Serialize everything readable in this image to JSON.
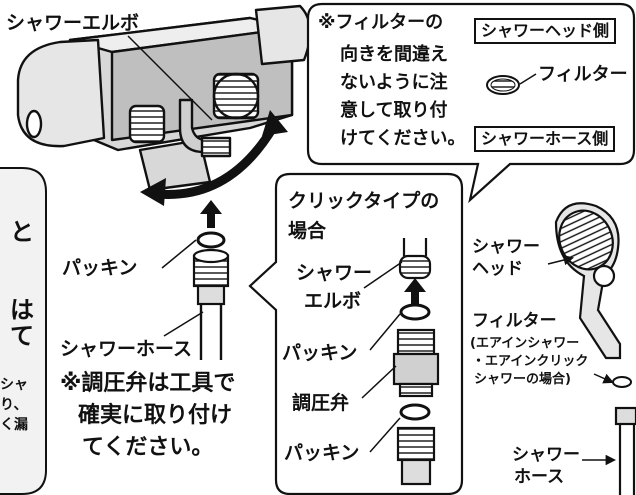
{
  "labels": {
    "shower_elbow_top": "シャワーエルボ",
    "packing_left": "パッキン",
    "shower_hose_left": "シャワーホース",
    "click_type_title_1": "クリックタイプの",
    "click_type_title_2": "場合",
    "shower_elbow_inner_1": "シャワー",
    "shower_elbow_inner_2": "エルボ",
    "packing_inner_1": "パッキン",
    "pressure_valve": "調圧弁",
    "packing_inner_2": "パッキン",
    "shower_head_1": "シャワー",
    "shower_head_2": "ヘッド",
    "filter_right_1": "フィルター",
    "filter_right_2": "(エアインシャワー",
    "filter_right_3": "・エアインクリック",
    "filter_right_4": "シャワーの場合)",
    "shower_hose_right_1": "シャワー",
    "shower_hose_right_2": "ホース"
  },
  "callout": {
    "line1": "※フィルターの",
    "line2": "向きを間違え",
    "line3": "ないように注",
    "line4": "意して取り付",
    "line5": "けてください。",
    "shower_head_side": "シャワーヘッド側",
    "filter_label": "フィルター",
    "shower_hose_side": "シャワーホース側"
  },
  "note": {
    "line1": "※調圧弁は工具で",
    "line2": "確実に取り付け",
    "line3": "てください。"
  },
  "left_panel": {
    "char1": "と",
    "char2": "は",
    "char3": "て",
    "frag1": "シャ",
    "frag2": "り、",
    "frag3": "く漏"
  }
}
